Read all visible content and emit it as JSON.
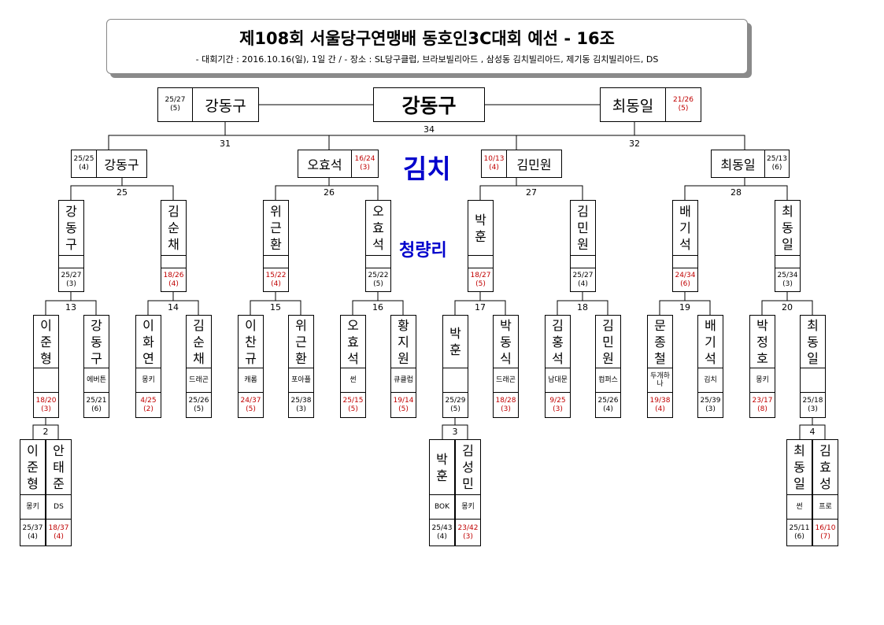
{
  "header": {
    "title": "제108회 서울당구연맹배 동호인3C대회 예선 - 16조",
    "subtitle": "- 대회기간 : 2016.10.16(일), 1일 간 / - 장소 : SL당구클럽, 브라보빌리아드 , 삼성동 김치빌리아드, 제기동 김치빌리아드, DS"
  },
  "venues": {
    "main": "김치",
    "second": "청량리"
  },
  "final": {
    "winner": "강동구",
    "match": "34",
    "left": {
      "name": "강동구",
      "score": "25/27",
      "inn": "(5)"
    },
    "right": {
      "name": "최동일",
      "score": "21/26",
      "inn": "(5)"
    }
  },
  "semis": [
    {
      "match": "31",
      "a": {
        "name": "강동구",
        "score": "25/25",
        "inn": "(4)"
      },
      "b": {
        "name": "오효석",
        "score": "16/24",
        "inn": "(3)"
      }
    },
    {
      "match": "32",
      "a": {
        "name": "김민원",
        "score": "10/13",
        "inn": "(4)"
      },
      "b": {
        "name": "최동일",
        "score": "25/13",
        "inn": "(6)"
      }
    }
  ],
  "quarters": [
    {
      "match": "25"
    },
    {
      "match": "26"
    },
    {
      "match": "27"
    },
    {
      "match": "28"
    }
  ],
  "r16": [
    {
      "chars": [
        "강",
        "동",
        "구"
      ],
      "score": "25/27",
      "inn": "(3)"
    },
    {
      "chars": [
        "김",
        "순",
        "채"
      ],
      "score": "18/26",
      "inn": "(4)"
    },
    {
      "chars": [
        "위",
        "근",
        "환"
      ],
      "score": "15/22",
      "inn": "(4)"
    },
    {
      "chars": [
        "오",
        "효",
        "석"
      ],
      "score": "25/22",
      "inn": "(5)"
    },
    {
      "chars": [
        "박",
        "훈"
      ],
      "score": "18/27",
      "inn": "(5)"
    },
    {
      "chars": [
        "김",
        "민",
        "원"
      ],
      "score": "25/27",
      "inn": "(4)"
    },
    {
      "chars": [
        "배",
        "기",
        "석"
      ],
      "score": "24/34",
      "inn": "(6)"
    },
    {
      "chars": [
        "최",
        "동",
        "일"
      ],
      "score": "25/34",
      "inn": "(3)"
    }
  ],
  "r32_matches": [
    "13",
    "14",
    "15",
    "16",
    "17",
    "18",
    "19",
    "20"
  ],
  "r32": [
    {
      "chars": [
        "이",
        "준",
        "형"
      ],
      "aff": "",
      "score": "18/20",
      "inn": "(3)"
    },
    {
      "chars": [
        "강",
        "동",
        "구"
      ],
      "aff": "에버튼",
      "score": "25/21",
      "inn": "(6)"
    },
    {
      "chars": [
        "이",
        "화",
        "연"
      ],
      "aff": "몽키",
      "score": "4/25",
      "inn": "(2)"
    },
    {
      "chars": [
        "김",
        "순",
        "채"
      ],
      "aff": "드래곤",
      "score": "25/26",
      "inn": "(5)"
    },
    {
      "chars": [
        "이",
        "찬",
        "규"
      ],
      "aff": "캐롬",
      "score": "24/37",
      "inn": "(5)"
    },
    {
      "chars": [
        "위",
        "근",
        "환"
      ],
      "aff": "포아플",
      "score": "25/38",
      "inn": "(3)"
    },
    {
      "chars": [
        "오",
        "효",
        "석"
      ],
      "aff": "썬",
      "score": "25/15",
      "inn": "(5)"
    },
    {
      "chars": [
        "황",
        "지",
        "원"
      ],
      "aff": "큐클럽",
      "score": "19/14",
      "inn": "(5)"
    },
    {
      "chars": [
        "박",
        "훈"
      ],
      "aff": "",
      "score": "25/29",
      "inn": "(5)"
    },
    {
      "chars": [
        "박",
        "동",
        "식"
      ],
      "aff": "드래곤",
      "score": "18/28",
      "inn": "(3)"
    },
    {
      "chars": [
        "김",
        "홍",
        "석"
      ],
      "aff": "남대문",
      "score": "9/25",
      "inn": "(3)"
    },
    {
      "chars": [
        "김",
        "민",
        "원"
      ],
      "aff": "컴퍼스",
      "score": "25/26",
      "inn": "(4)"
    },
    {
      "chars": [
        "문",
        "종",
        "철"
      ],
      "aff": "두개하나",
      "score": "19/38",
      "inn": "(4)"
    },
    {
      "chars": [
        "배",
        "기",
        "석"
      ],
      "aff": "김치",
      "score": "25/39",
      "inn": "(3)"
    },
    {
      "chars": [
        "박",
        "정",
        "호"
      ],
      "aff": "몽키",
      "score": "23/17",
      "inn": "(8)"
    },
    {
      "chars": [
        "최",
        "동",
        "일"
      ],
      "aff": "",
      "score": "25/18",
      "inn": "(3)"
    }
  ],
  "r64": [
    {
      "match": "2",
      "a": {
        "chars": [
          "이",
          "준",
          "형"
        ],
        "aff": "몽키",
        "score": "25/37",
        "inn": "(4)"
      },
      "b": {
        "chars": [
          "안",
          "태",
          "준"
        ],
        "aff": "DS",
        "score": "18/37",
        "inn": "(4)"
      }
    },
    {
      "match": "3",
      "a": {
        "chars": [
          "박",
          "훈"
        ],
        "aff": "BOK",
        "score": "25/43",
        "inn": "(4)"
      },
      "b": {
        "chars": [
          "김",
          "성",
          "민"
        ],
        "aff": "몽키",
        "score": "23/42",
        "inn": "(3)"
      }
    },
    {
      "match": "4",
      "a": {
        "chars": [
          "최",
          "동",
          "일"
        ],
        "aff": "썬",
        "score": "25/11",
        "inn": "(6)"
      },
      "b": {
        "chars": [
          "김",
          "효",
          "성"
        ],
        "aff": "프로",
        "score": "16/10",
        "inn": "(7)"
      }
    }
  ]
}
